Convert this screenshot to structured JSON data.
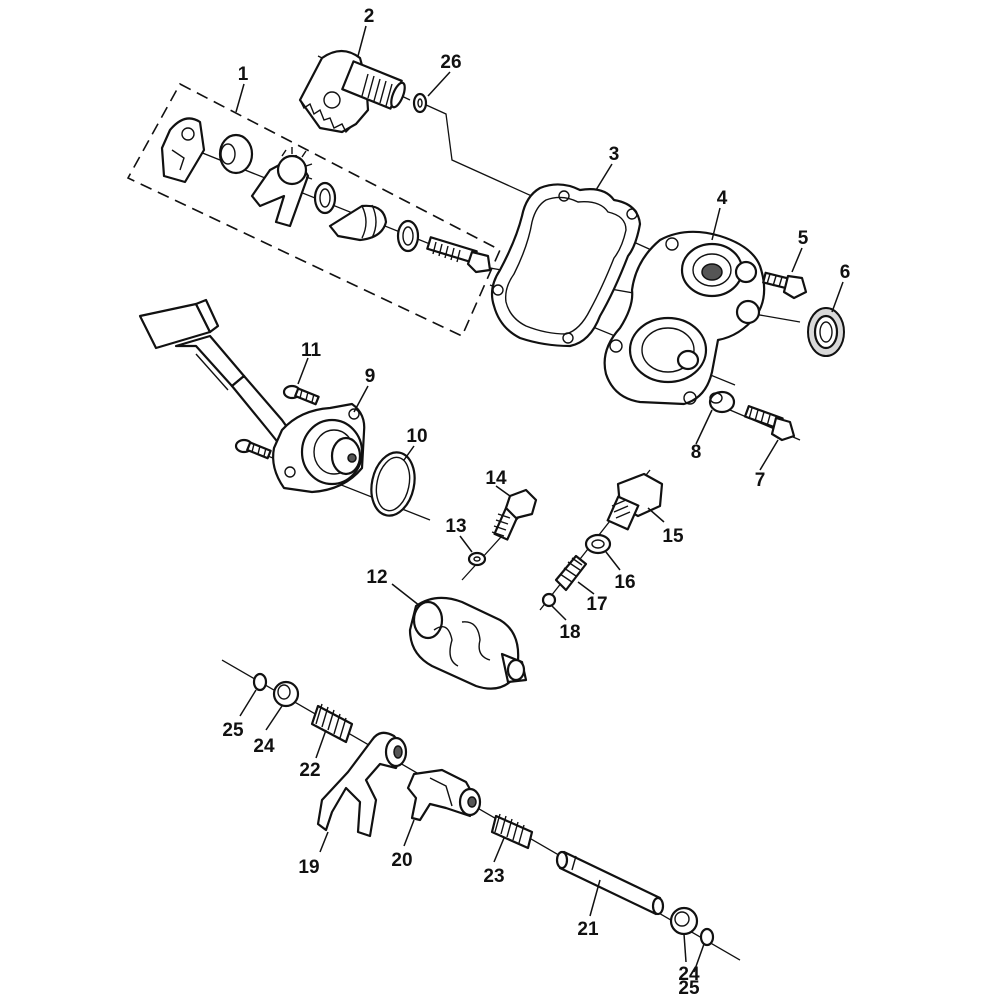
{
  "callouts": [
    {
      "id": "c1",
      "text": "1"
    },
    {
      "id": "c2",
      "text": "2"
    },
    {
      "id": "c3",
      "text": "3"
    },
    {
      "id": "c4",
      "text": "4"
    },
    {
      "id": "c5",
      "text": "5"
    },
    {
      "id": "c6",
      "text": "6"
    },
    {
      "id": "c7",
      "text": "7"
    },
    {
      "id": "c8",
      "text": "8"
    },
    {
      "id": "c9",
      "text": "9"
    },
    {
      "id": "c10",
      "text": "10"
    },
    {
      "id": "c11",
      "text": "11"
    },
    {
      "id": "c12",
      "text": "12"
    },
    {
      "id": "c13",
      "text": "13"
    },
    {
      "id": "c14",
      "text": "14"
    },
    {
      "id": "c15",
      "text": "15"
    },
    {
      "id": "c16",
      "text": "16"
    },
    {
      "id": "c17",
      "text": "17"
    },
    {
      "id": "c18",
      "text": "18"
    },
    {
      "id": "c19",
      "text": "19"
    },
    {
      "id": "c20",
      "text": "20"
    },
    {
      "id": "c21",
      "text": "21"
    },
    {
      "id": "c22",
      "text": "22"
    },
    {
      "id": "c23",
      "text": "23"
    },
    {
      "id": "c24a",
      "text": "24"
    },
    {
      "id": "c24b",
      "text": "24"
    },
    {
      "id": "c25a",
      "text": "25"
    },
    {
      "id": "c25b",
      "text": "25"
    },
    {
      "id": "c26",
      "text": "26"
    }
  ]
}
